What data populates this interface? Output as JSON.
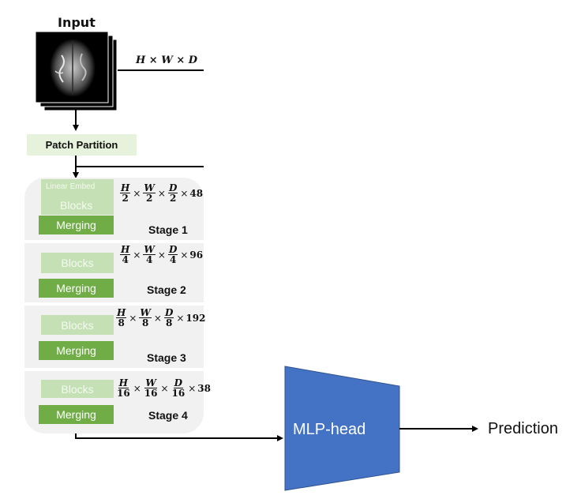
{
  "input": {
    "title": "Input",
    "dims": "H × W × D",
    "image_icon": "brain-mri-scan-icon"
  },
  "patch_partition": {
    "label": "Patch Partition"
  },
  "stages": [
    {
      "embed_label": "Linear Embed",
      "blocks_label": "Blocks",
      "merging_label": "Merging",
      "stage_label": "Stage 1",
      "dims": {
        "h": "H",
        "w": "W",
        "d": "D",
        "den": "2",
        "channels": "48"
      }
    },
    {
      "blocks_label": "Blocks",
      "merging_label": "Merging",
      "stage_label": "Stage 2",
      "dims": {
        "h": "H",
        "w": "W",
        "d": "D",
        "den": "4",
        "channels": "96"
      }
    },
    {
      "blocks_label": "Blocks",
      "merging_label": "Merging",
      "stage_label": "Stage 3",
      "dims": {
        "h": "H",
        "w": "W",
        "d": "D",
        "den": "8",
        "channels": "192"
      }
    },
    {
      "blocks_label": "Blocks",
      "merging_label": "Merging",
      "stage_label": "Stage 4",
      "dims": {
        "h": "H",
        "w": "W",
        "d": "D",
        "den": "16",
        "channels": "38"
      }
    }
  ],
  "times": "×",
  "mlp_head": {
    "label": "MLP-head"
  },
  "output": {
    "label": "Prediction"
  },
  "colors": {
    "patch_bg": "#e6f2dc",
    "blocks_bg": "#c5e0b4",
    "merging_bg": "#70ad47",
    "mlp_fill": "#4472c4",
    "panel_bg": "#f1f1f1"
  }
}
